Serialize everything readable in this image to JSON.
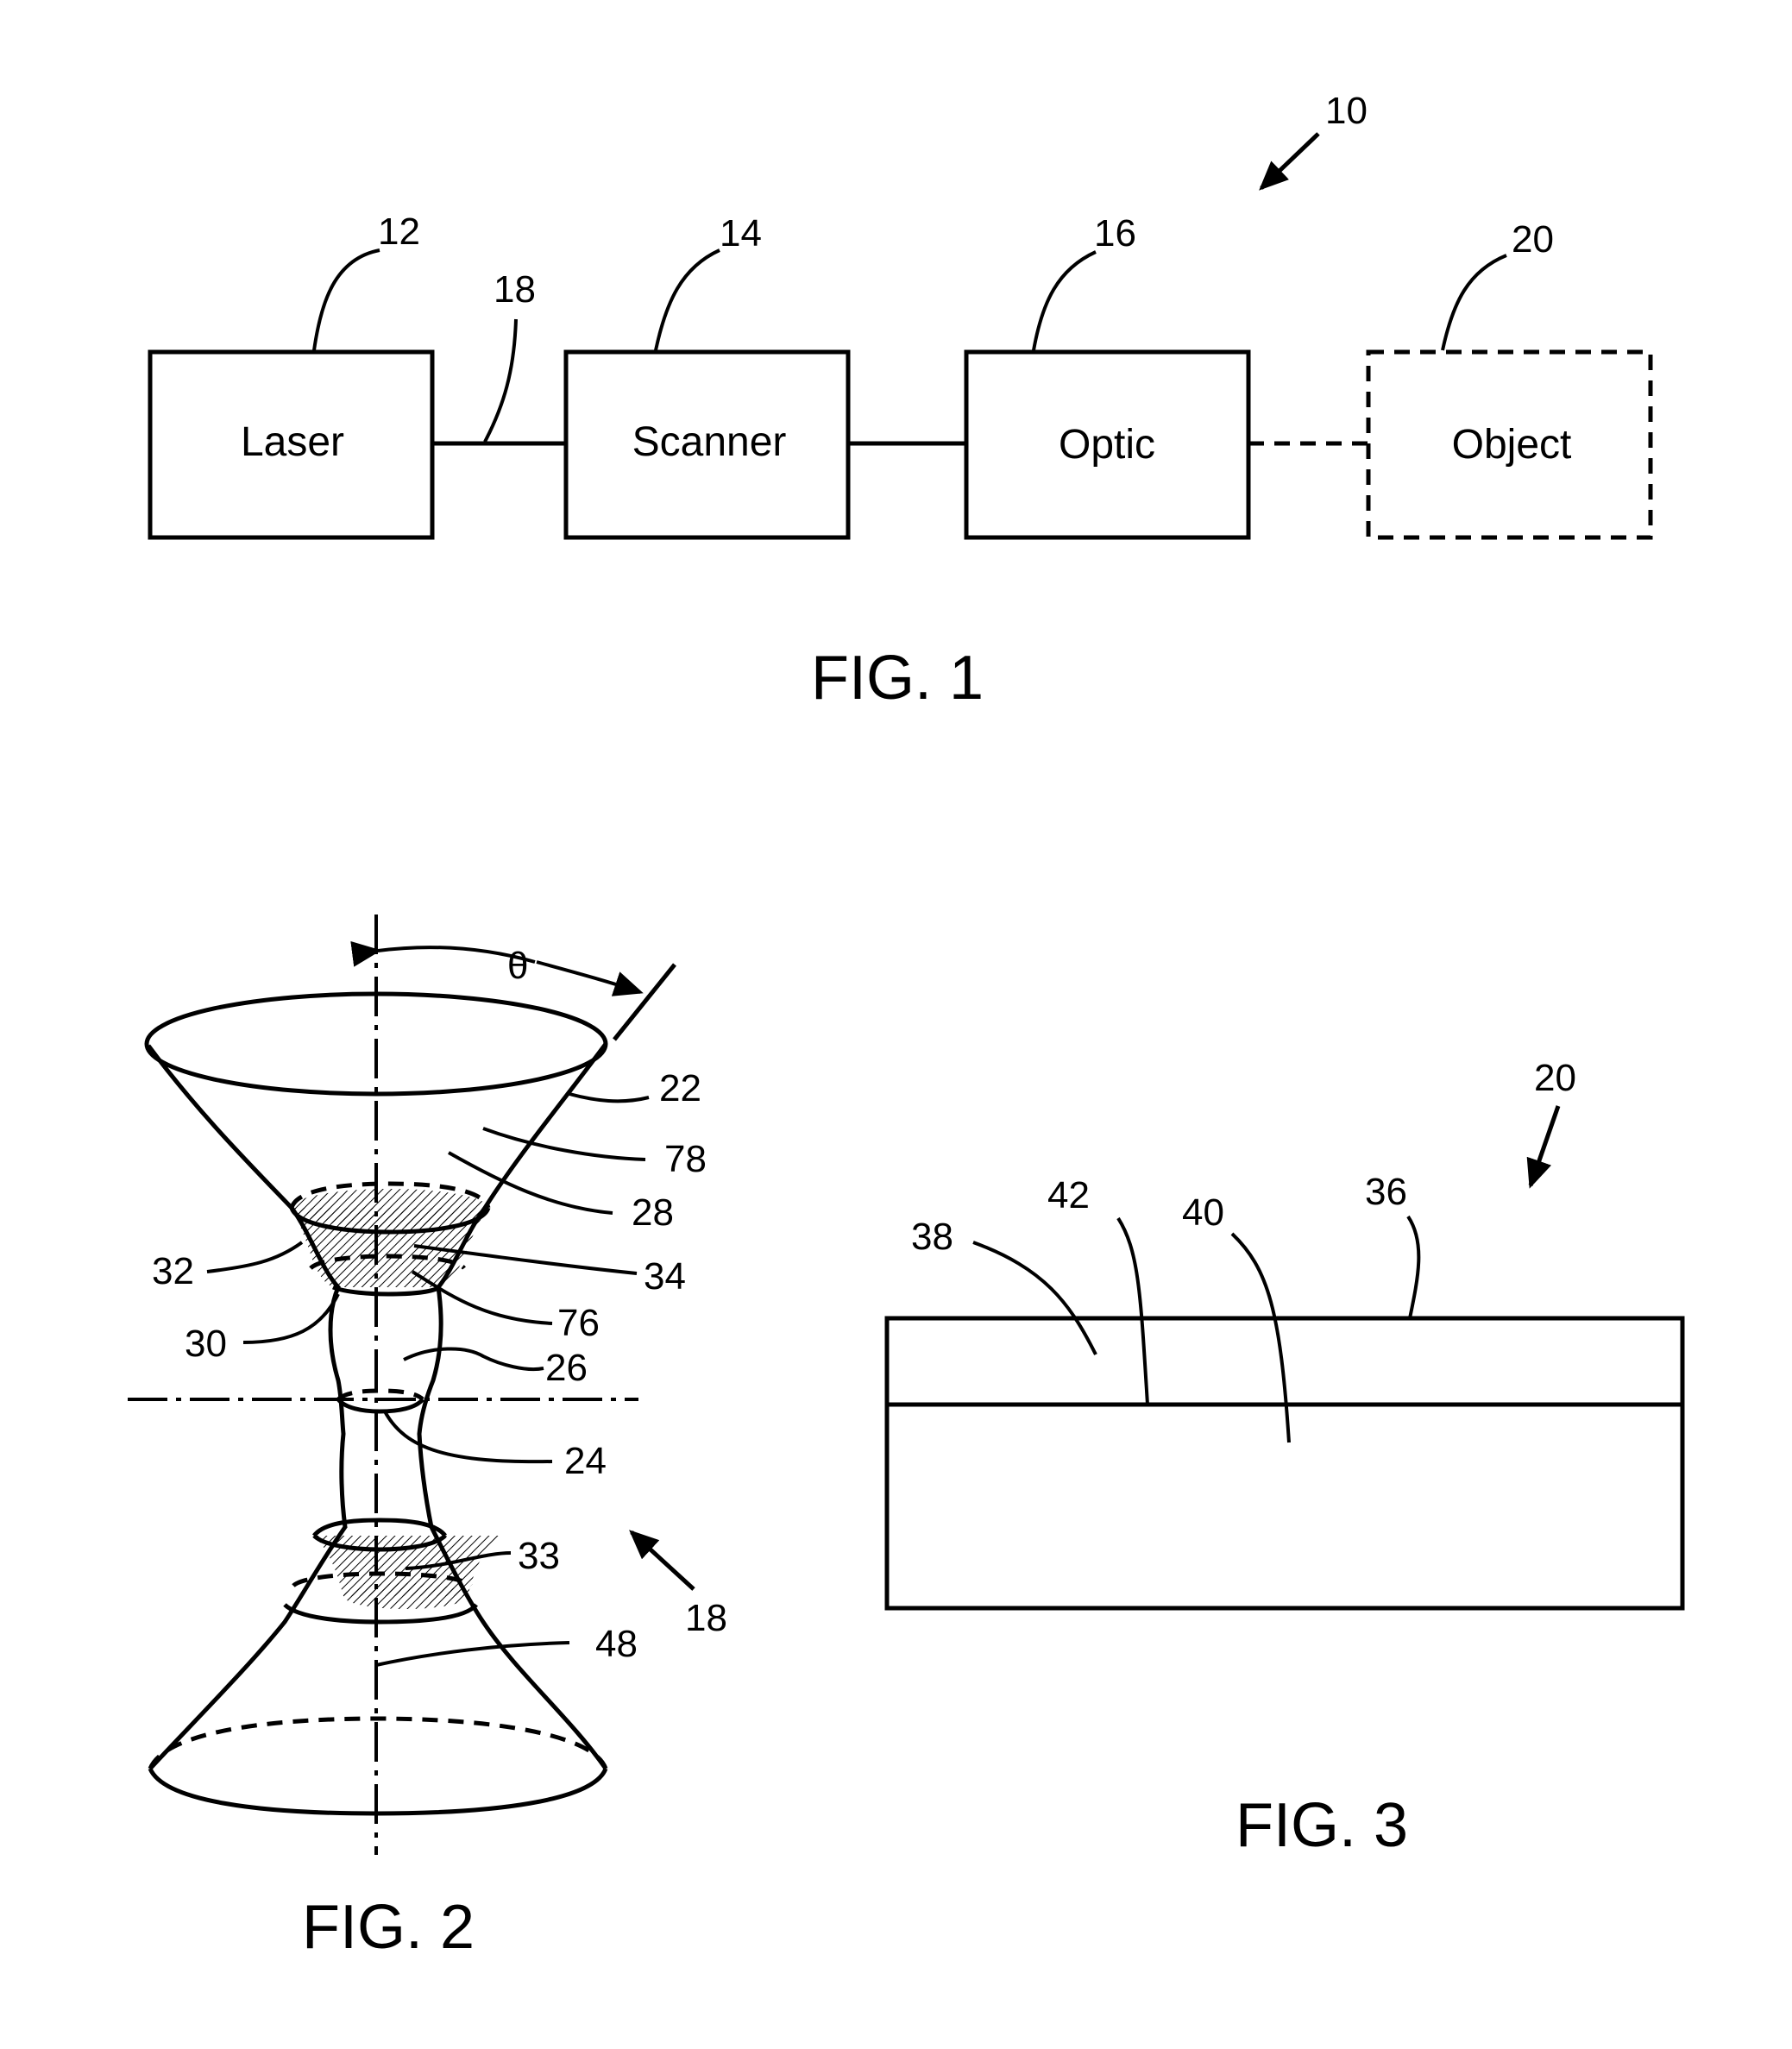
{
  "fig1": {
    "caption": "FIG. 1",
    "boxes": {
      "laser": "Laser",
      "scanner": "Scanner",
      "optic": "Optic",
      "object": "Object"
    },
    "refs": {
      "system": "10",
      "laser": "12",
      "scanner": "14",
      "optic": "16",
      "beam": "18",
      "object": "20"
    }
  },
  "fig2": {
    "caption": "FIG. 2",
    "theta": "θ",
    "refs": {
      "r22": "22",
      "r78": "78",
      "r28": "28",
      "r32": "32",
      "r34": "34",
      "r76": "76",
      "r30": "30",
      "r26": "26",
      "r24": "24",
      "r33": "33",
      "r18": "18",
      "r48": "48"
    }
  },
  "fig3": {
    "caption": "FIG. 3",
    "refs": {
      "r20": "20",
      "r38": "38",
      "r42": "42",
      "r40": "40",
      "r36": "36"
    }
  }
}
